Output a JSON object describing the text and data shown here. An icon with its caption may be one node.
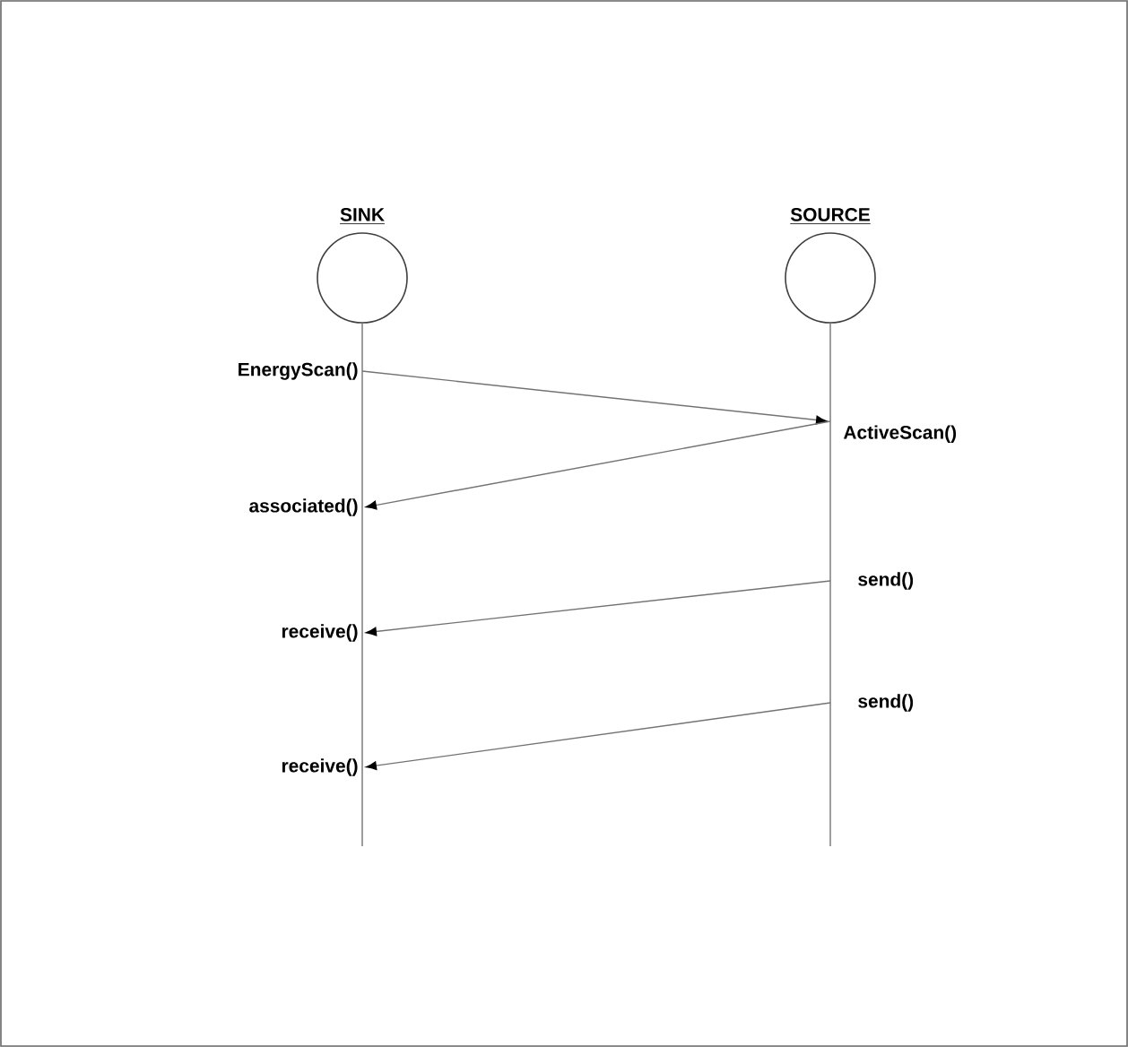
{
  "diagram": {
    "nodes": [
      {
        "text": [
          "SINK"
        ]
      },
      {
        "text": [
          "SOURCE"
        ]
      },
      {
        "text": [
          "EnergyScan()"
        ]
      },
      {
        "text": [
          "ActiveScan()"
        ]
      },
      {
        "text": [
          "associated()"
        ]
      },
      {
        "text": [
          "send()"
        ]
      },
      {
        "text": [
          "receive()"
        ]
      },
      {
        "text": [
          "send()"
        ]
      },
      {
        "text": [
          "receive()"
        ]
      }
    ],
    "edges": [
      {
        "from": 0,
        "to": null,
        "arrow": "none"
      },
      {
        "from": 1,
        "to": null,
        "arrow": "none"
      },
      {
        "from": 2,
        "to": 3,
        "arrow": "to"
      },
      {
        "from": 3,
        "to": 4,
        "arrow": "to"
      },
      {
        "from": 5,
        "to": 6,
        "arrow": "to"
      },
      {
        "from": 7,
        "to": 8,
        "arrow": "to"
      }
    ]
  }
}
